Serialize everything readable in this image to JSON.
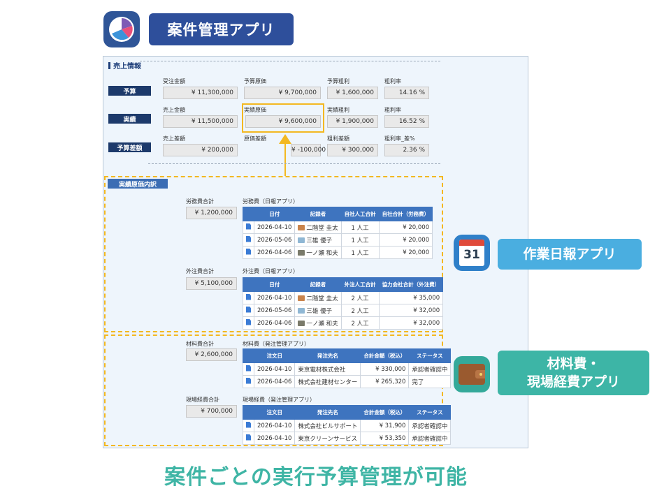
{
  "header": {
    "title": "案件管理アプリ",
    "icon": "pie-chart-icon"
  },
  "sales": {
    "section_title": "売上情報",
    "budget": {
      "label": "予算",
      "fields": [
        {
          "label": "受注金額",
          "value": "¥ 11,300,000"
        },
        {
          "label": "予算原価",
          "value": "¥ 9,700,000"
        },
        {
          "label": "予算粗利",
          "value": "¥ 1,600,000"
        },
        {
          "label": "粗利率",
          "value": "14.16 %"
        }
      ]
    },
    "actual": {
      "label": "実績",
      "fields": [
        {
          "label": "売上金額",
          "value": "¥ 11,500,000"
        },
        {
          "label": "実績原価",
          "value": "¥ 9,600,000"
        },
        {
          "label": "実績粗利",
          "value": "¥ 1,900,000"
        },
        {
          "label": "粗利率",
          "value": "16.52 %"
        }
      ]
    },
    "diff": {
      "label": "予算差額",
      "fields": [
        {
          "label": "売上差額",
          "value": "¥ 200,000"
        },
        {
          "label": "原価差額",
          "value": "¥ -100,000"
        },
        {
          "label": "粗利差額",
          "value": "¥ 300,000"
        },
        {
          "label": "粗利率_差%",
          "value": "2.36 %"
        }
      ]
    }
  },
  "breakdown": {
    "title": "実績原価内訳",
    "labor": {
      "total_label": "労務費合計",
      "total": "¥ 1,200,000",
      "table_title": "労務費（日報アプリ）",
      "headers": [
        "",
        "日付",
        "記録者",
        "自社人工合計",
        "自社合計（労務費）"
      ],
      "rows": [
        {
          "date": "2026-04-10",
          "user": "二階堂 圭太",
          "qty": "1 人工",
          "amount": "¥ 20,000"
        },
        {
          "date": "2026-05-06",
          "user": "三雄 優子",
          "qty": "1 人工",
          "amount": "¥ 20,000"
        },
        {
          "date": "2026-04-06",
          "user": "一ノ瀬 和夫",
          "qty": "1 人工",
          "amount": "¥ 20,000"
        }
      ]
    },
    "outsource": {
      "total_label": "外注費合計",
      "total": "¥ 5,100,000",
      "table_title": "外注費（日報アプリ）",
      "headers": [
        "",
        "日付",
        "記録者",
        "外注人工合計",
        "協力会社合計（外注費）"
      ],
      "rows": [
        {
          "date": "2026-04-10",
          "user": "二階堂 圭太",
          "qty": "2 人工",
          "amount": "¥ 35,000"
        },
        {
          "date": "2026-05-06",
          "user": "三雄 優子",
          "qty": "2 人工",
          "amount": "¥ 32,000"
        },
        {
          "date": "2026-04-06",
          "user": "一ノ瀬 和夫",
          "qty": "2 人工",
          "amount": "¥ 32,000"
        }
      ]
    },
    "materials": {
      "total_label": "材料費合計",
      "total": "¥ 2,600,000",
      "table_title": "材料費（発注管理アプリ）",
      "headers": [
        "",
        "注文日",
        "発注先名",
        "合計金額（税込）",
        "ステータス"
      ],
      "rows": [
        {
          "date": "2026-04-10",
          "vendor": "東京電材株式会社",
          "amount": "¥ 330,000",
          "status": "承認者確認中"
        },
        {
          "date": "2026-04-06",
          "vendor": "株式会社建材センター",
          "amount": "¥ 265,320",
          "status": "完了"
        }
      ]
    },
    "site": {
      "total_label": "現場経費合計",
      "total": "¥ 700,000",
      "table_title": "現場経費（発注管理アプリ）",
      "headers": [
        "",
        "注文日",
        "発注先名",
        "合計金額（税込）",
        "ステータス"
      ],
      "rows": [
        {
          "date": "2026-04-10",
          "vendor": "株式会社ビルサポート",
          "amount": "¥ 31,900",
          "status": "承認者確認中"
        },
        {
          "date": "2026-04-10",
          "vendor": "東京クリーンサービス",
          "amount": "¥ 53,350",
          "status": "承認者確認中"
        }
      ]
    }
  },
  "side_apps": [
    {
      "label": "作業日報アプリ",
      "icon": "calendar-icon",
      "icon_text": "31",
      "color": "#4aaee0"
    },
    {
      "label_line1": "材料費・",
      "label_line2": "現場経費アプリ",
      "icon": "wallet-icon",
      "color": "#3db5a6"
    }
  ],
  "footer": {
    "tagline": "案件ごとの実行予算管理が可能"
  },
  "colors": {
    "accent_yellow": "#f3b821",
    "header_blue": "#2e4f9b",
    "teal": "#3fb5a5"
  }
}
